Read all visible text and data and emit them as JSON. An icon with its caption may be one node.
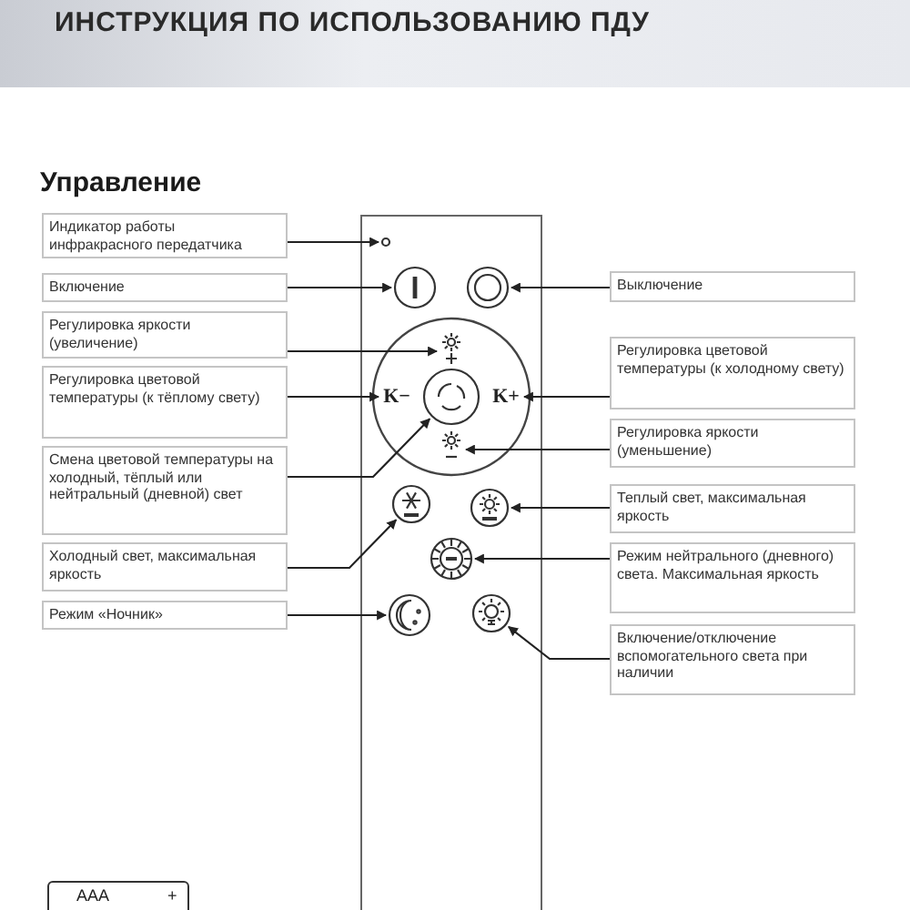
{
  "diagram": {
    "title": "ИНСТРУКЦИЯ ПО ИСПОЛЬЗОВАНИЮ ПДУ",
    "nodes": [
      {
        "text": [
          "Индикатор работы инфракрасного передатчика"
        ]
      },
      {
        "text": [
          "Включение"
        ]
      },
      {
        "text": [
          "Регулировка яркости (увеличение)"
        ]
      },
      {
        "text": [
          "Регулировка цветовой температуры (к тёплому свету)"
        ]
      },
      {
        "text": [
          "Смена цветовой температуры на холодный, тёплый или нейтральный (дневной) свет"
        ]
      },
      {
        "text": [
          "Холодный свет, максимальная яркость"
        ]
      },
      {
        "text": [
          "Режим «Ночник»"
        ]
      },
      {
        "text": [
          "Выключение"
        ]
      },
      {
        "text": [
          "Регулировка цветовой температуры (к холодному свету)"
        ]
      },
      {
        "text": [
          "Регулировка яркости (уменьшение)"
        ]
      },
      {
        "text": [
          "Теплый свет, максимальная яркость"
        ]
      },
      {
        "text": [
          "Режим нейтрального (дневного) света. Максимальная яркость"
        ]
      },
      {
        "text": [
          "Включение/отключение вспомогательного света при наличии"
        ]
      },
      {
        "text": [],
        "shape": "circle"
      },
      {
        "text": [],
        "shape": "circle"
      },
      {
        "text": [],
        "shape": "sun"
      },
      {
        "text": [
          "K−"
        ]
      },
      {
        "text": [],
        "shape": "circle"
      },
      {
        "text": [],
        "shape": "circle"
      },
      {
        "text": [],
        "shape": "circle"
      },
      {
        "text": [],
        "shape": "circle"
      },
      {
        "text": [
          "K+"
        ]
      },
      {
        "text": [],
        "shape": "sun"
      },
      {
        "text": [],
        "shape": "circle"
      },
      {
        "text": [],
        "shape": "circle"
      },
      {
        "text": [],
        "shape": "circle"
      }
    ],
    "edges": [
      {
        "from": 0,
        "to": 13,
        "arrow": "to"
      },
      {
        "from": 1,
        "to": 14,
        "arrow": "to"
      },
      {
        "from": 2,
        "to": 15,
        "arrow": "to"
      },
      {
        "from": 3,
        "to": 16,
        "arrow": "to"
      },
      {
        "from": 4,
        "to": 17,
        "arrow": "to"
      },
      {
        "from": 5,
        "to": 18,
        "arrow": "to"
      },
      {
        "from": 6,
        "to": 19,
        "arrow": "to"
      },
      {
        "from": 7,
        "to": 20,
        "arrow": "to"
      },
      {
        "from": 8,
        "to": 21,
        "arrow": "to"
      },
      {
        "from": 9,
        "to": 22,
        "arrow": "to"
      },
      {
        "from": 10,
        "to": 23,
        "arrow": "to"
      },
      {
        "from": 11,
        "to": 24,
        "arrow": "to"
      },
      {
        "from": 12,
        "to": 25,
        "arrow": "to"
      }
    ],
    "labels": [
      "Управление",
      "AAA",
      "+"
    ]
  }
}
